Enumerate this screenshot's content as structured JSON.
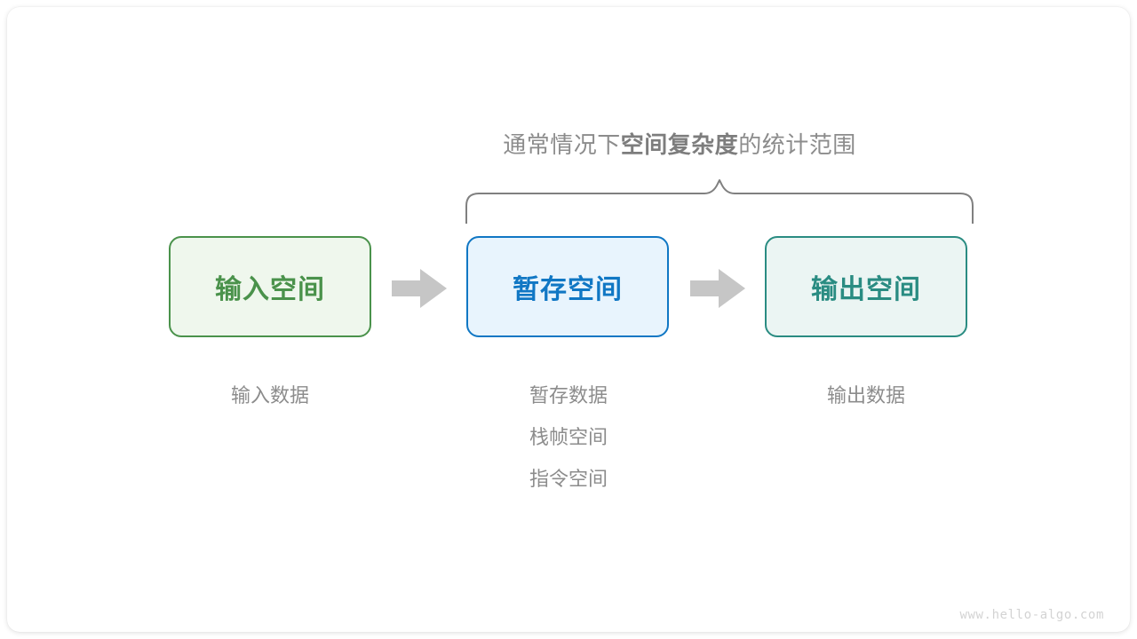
{
  "caption": {
    "prefix": "通常情况下",
    "emphasis": "空间复杂度",
    "suffix": "的统计范围"
  },
  "boxes": [
    {
      "label": "输入空间",
      "fill": "#eff7ed",
      "border": "#4a924b",
      "text": "#4a924b"
    },
    {
      "label": "暂存空间",
      "fill": "#e8f4fd",
      "border": "#1077c4",
      "text": "#1077c4"
    },
    {
      "label": "输出空间",
      "fill": "#ebf5f3",
      "border": "#2a8c82",
      "text": "#2a8c82"
    }
  ],
  "arrows": [
    {
      "name": "arrow-input-to-temp",
      "color": "#c6c6c6"
    },
    {
      "name": "arrow-temp-to-output",
      "color": "#c6c6c6"
    }
  ],
  "labels": {
    "input": [
      "输入数据"
    ],
    "temp": [
      "暂存数据",
      "栈帧空间",
      "指令空间"
    ],
    "output": [
      "输出数据"
    ]
  },
  "brace": {
    "color": "#808080"
  },
  "watermark": "www.hello-algo.com"
}
